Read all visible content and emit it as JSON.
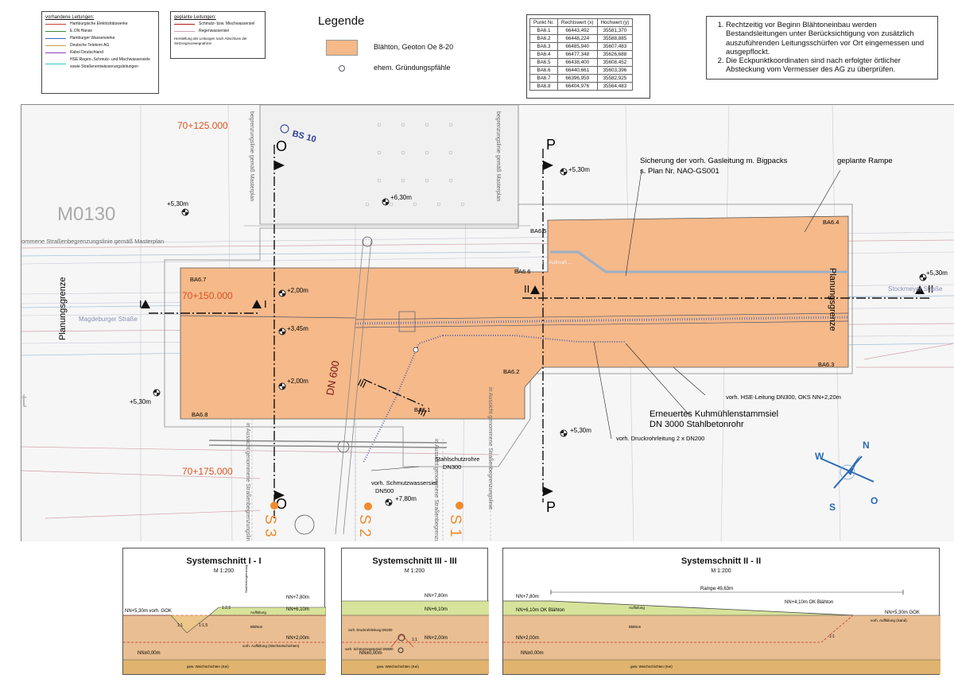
{
  "vorhandene": {
    "title": "vorhandene Leitungen:",
    "items": [
      {
        "label": "Hamburgische Elektrizitätswerke",
        "color": "#c83c3c"
      },
      {
        "label": "E.ON Hanse",
        "color": "#3c8c3c"
      },
      {
        "label": "Hamburger Wasserwerke",
        "color": "#3c64c8"
      },
      {
        "label": "Deutsche Telekom AG",
        "color": "#c8a03c"
      },
      {
        "label": "Kabel Deutschland",
        "color": "#8c3cc8"
      },
      {
        "label": "HSE Regen-,Schmutz- und Mischwassersiele sowie Straßenentwässerungsleitungen",
        "color": "#3cc8c8"
      }
    ]
  },
  "geplante": {
    "title": "geplante Leitungen:",
    "items": [
      {
        "label": "Schmutz- bzw. Mischwassersiel",
        "color": "#b01818"
      },
      {
        "label": "Regenwassersiel",
        "color": "#c8a0b4"
      }
    ],
    "note": "Herstellung der Leitungen nach Abschluss der Setzungsvorwegnahme"
  },
  "legend": {
    "title": "Legende",
    "fill_label": "Blähton, Geoton Oe 8-20",
    "fill_color": "#f5b98a",
    "pile_label": "ehem. Gründungspfähle"
  },
  "coordinates": {
    "headers": [
      "Punkt Nr.",
      "Rechtswert (x)",
      "Hochwert (y)"
    ],
    "rows": [
      [
        "BA6.1",
        "66443,492",
        "35581,370"
      ],
      [
        "BA6.2",
        "66448,224",
        "35588,885"
      ],
      [
        "BA6.3",
        "66485,940",
        "35607,483"
      ],
      [
        "BA6.4",
        "66477,348",
        "35626,688"
      ],
      [
        "BA6.5",
        "66438,400",
        "35608,452"
      ],
      [
        "BA6.6",
        "66440,661",
        "35603,396"
      ],
      [
        "BA6.7",
        "66396,959",
        "35582,925"
      ],
      [
        "BA6.8",
        "66404,976",
        "35564,483"
      ]
    ]
  },
  "notes": [
    "Rechtzeitig vor Beginn Blähtoneinbau werden Bestandsleitungen unter Berücksichtigung von zusätzlich auszuführenden Leitungsschürfen vor Ort eingemessen und ausgepflockt.",
    "Die Eckpunktkoordinaten sind nach erfolgter örtlicher Absteckung vom Vermesser des AG zu überprüfen."
  ],
  "plan": {
    "block_label": "M0130",
    "station_1": "70+125.000",
    "station_2": "70+150.000",
    "station_3": "70+175.000",
    "bs": "BS 10",
    "cut_o": "O",
    "cut_p": "P",
    "cut_i": "I",
    "cut_ii": "II",
    "cut_iii": "III",
    "planungsgrenze": "Planungsgrenze",
    "magdeburger": "Magdeburger Straße",
    "stockmeyer": "Stockmeyer Straße",
    "dn600": "DN 600",
    "strassenbegrenzung": "ommene Straßenbegrenzungslinie gemäß Masterplan",
    "begrenzungslinie_v1": "begrenzungslinie gemäß Masterplan",
    "begrenzungslinie_v2": "in Aussicht genommene Straßenbegrenzungslinie",
    "ausfuehrung": "Trasse vorh. Gasleitung, gem. Aufmaß ...",
    "points": {
      "ba61": "BA6.1",
      "ba62": "BA6.2",
      "ba63": "BA6.3",
      "ba64": "BA6.4",
      "ba65": "BA6.5",
      "ba66": "BA6.6",
      "ba67": "BA6.7",
      "ba68": "BA6.8"
    },
    "elev": {
      "e530a": "+5,30m",
      "e530b": "+5,30m",
      "e530c": "+5,30m",
      "e530d": "+5,30m",
      "e530e": "+5,30m",
      "e630": "+6,30m",
      "e200a": "+2,00m",
      "e345": "+3,45m",
      "e200b": "+2,00m",
      "e780": "+7,80m"
    },
    "annotations": {
      "gas1": "Sicherung der vorh. Gasleitung m. Bigpacks",
      "gas2": "s. Plan Nr. NAO-GS001",
      "rampe": "geplante Rampe",
      "hse": "vorh. HSE-Leitung DN300, OKS NN+2,20m",
      "kuhm1": "Erneuertes Kuhmühlenstammsiel",
      "kuhm2": "DN 3000 Stahlbetonrohr",
      "druck": "vorh. Druckrohrleitung 2 x DN200",
      "stahl1": "Stahlschutzrohre",
      "stahl2": "DN300",
      "schm1": "vorh. Schmutzwassersiel",
      "schm2": "DN500"
    },
    "s1": "S 1",
    "s2": "S 2",
    "s3": "S 3",
    "compass": {
      "n": "N",
      "o": "O",
      "s": "S",
      "w": "W"
    },
    "partial_t": "t"
  },
  "sections": [
    {
      "title": "Systemschnitt I - I",
      "scale": "M 1:200",
      "labels": {
        "nn780": "NN+7,80m",
        "nn610": "NN+6,10m",
        "nn200": "NN+2,00m",
        "nn000": "NN±0,00m",
        "gok": "NN+5,30m vorh. GOK",
        "aufb": "Auffüllung",
        "blaeh": "Blähton",
        "weich": "gew. Weichschichten (Kei)",
        "slope1": "1:1",
        "slope2": "1:2,5",
        "slope3": "1:1,5",
        "vorh": "vorh. Auffüllung (Wechselschichten)",
        "abgr": "Straßenbegrenzung"
      }
    },
    {
      "title": "Systemschnitt III - III",
      "scale": "M 1:200",
      "labels": {
        "nn780": "NN+7,80m",
        "nn610": "NN+6,10m",
        "nn200": "NN+2,00m",
        "nn000": "NN±0,00m",
        "druck": "vorh. Druckrohrleitung DN200",
        "schm": "vorh. Schmutzwassersiel DN500",
        "slope": "1:1",
        "weich": "gew. Weichschichten (Kei)"
      }
    },
    {
      "title": "Systemschnitt II - II",
      "scale": "M 1:200",
      "labels": {
        "nn780": "NN+7,80m",
        "nn610": "NN+6,10m OK Blähton",
        "nn200": "NN+2,00m",
        "nn000": "NN±0,00m",
        "rampe": "Rampe 49,63m",
        "nn410": "NN+4,10m OK Blähton",
        "gok": "NN+5,30m GOK",
        "aufb": "Auffüllung",
        "blaeh": "Blähton",
        "vorh": "vorh. Auffüllung (Sand)",
        "slope": "1:1",
        "weich": "gew. Weichschichten (Kei)"
      }
    }
  ]
}
